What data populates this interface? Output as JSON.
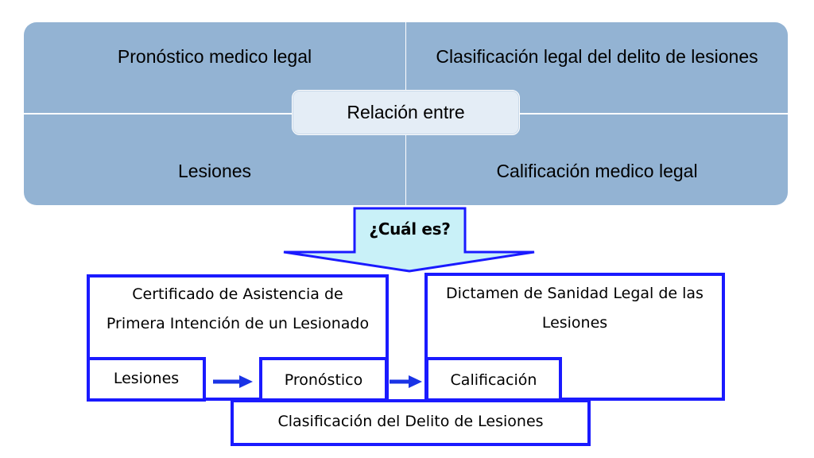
{
  "matrix": {
    "top_left": "Pronóstico medico legal",
    "top_right": "Clasificación legal del delito de lesiones",
    "bottom_left": "Lesiones",
    "bottom_right": "Calificación medico legal",
    "center": "Relación entre"
  },
  "arrow": {
    "label": "¿Cuál es?"
  },
  "flow": {
    "left_doc": {
      "line1": "Certificado de Asistencia de",
      "line2": "Primera Intención de un Lesionado"
    },
    "right_doc": {
      "line1": "Dictamen de Sanidad Legal de las",
      "line2": "Lesiones"
    },
    "step1": "Lesiones",
    "step2": "Pronóstico",
    "step3": "Calificación",
    "bottom": "Clasificación del Delito de Lesiones"
  },
  "colors": {
    "matrix_fill": "#93b3d3",
    "center_fill": "#e4edf6",
    "arrow_fill": "#c9f1f8",
    "box_border": "#1a1aff",
    "flow_arrow": "#1a33e6"
  }
}
